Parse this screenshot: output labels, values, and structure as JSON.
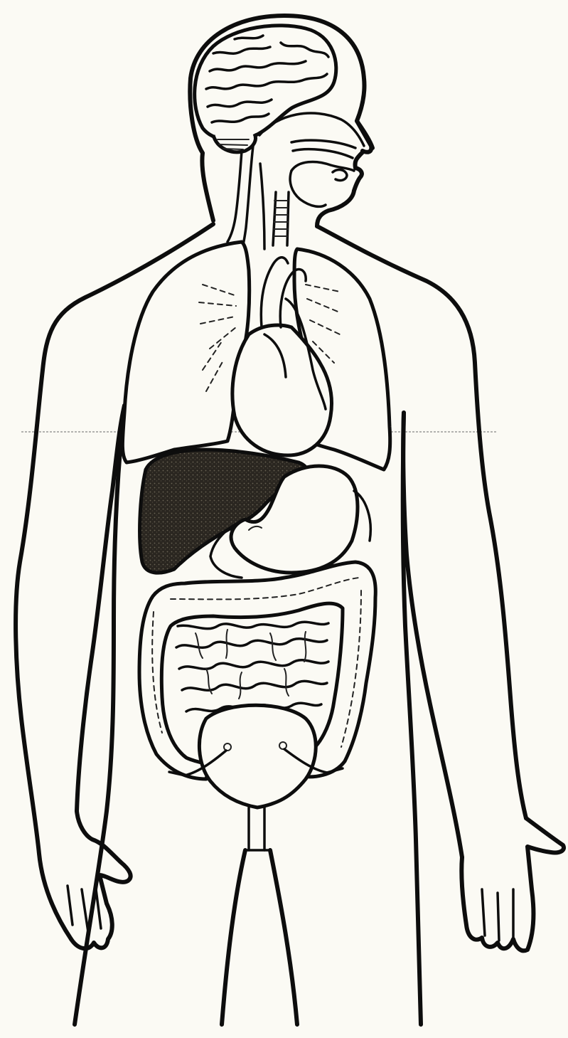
{
  "figure": {
    "colors": {
      "background": "#fbfaf4",
      "ink": "#0d0d0d",
      "liver": "#2a2620"
    },
    "parts": [
      "brain",
      "nasal-cavity",
      "mouth",
      "trachea",
      "esophagus",
      "left-lung",
      "right-lung",
      "heart",
      "liver",
      "stomach",
      "large-intestine",
      "small-intestine",
      "bladder",
      "urethra"
    ]
  }
}
